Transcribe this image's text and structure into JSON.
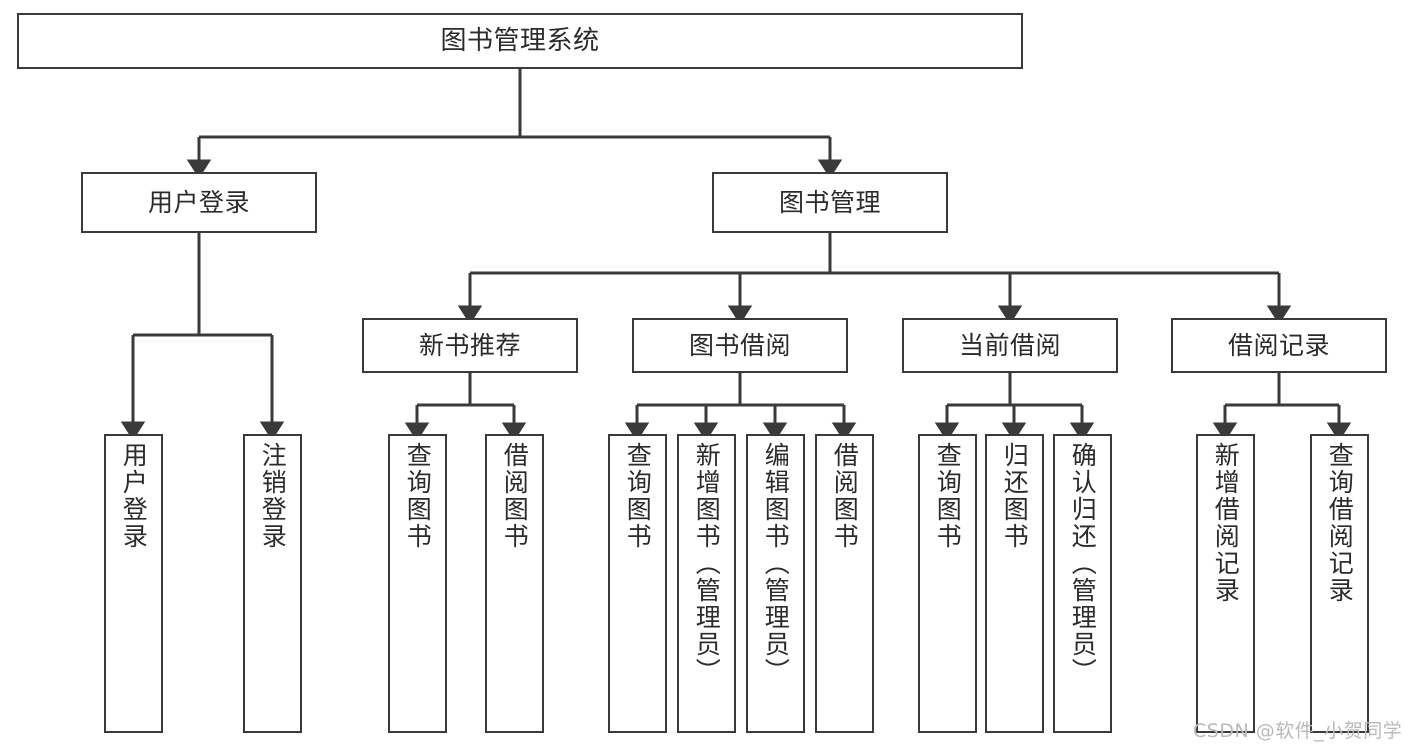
{
  "diagram": {
    "title": "图书管理系统",
    "type": "tree-hierarchy-chart",
    "orientation": "top-down",
    "colors": {
      "node_border": "#3a3a3a",
      "node_fill": "#ffffff",
      "edge": "#3a3a3a",
      "text": "#2b2b2b",
      "background": "#ffffff",
      "watermark": "#b9b9b9"
    }
  },
  "nodes": {
    "root": {
      "label": "图书管理系统"
    },
    "level2": [
      {
        "id": "user-login",
        "label": "用户登录"
      },
      {
        "id": "book-manage",
        "label": "图书管理"
      }
    ],
    "level3": [
      {
        "id": "new-book-recommend",
        "label": "新书推荐"
      },
      {
        "id": "book-borrow",
        "label": "图书借阅"
      },
      {
        "id": "current-borrow",
        "label": "当前借阅"
      },
      {
        "id": "borrow-record",
        "label": "借阅记录"
      }
    ],
    "leaves": {
      "user-login": [
        {
          "id": "leaf-user-login",
          "label": "用户登录"
        },
        {
          "id": "leaf-logout",
          "label": "注销登录"
        }
      ],
      "new-book-recommend": [
        {
          "id": "leaf-query-book-1",
          "label": "查询图书"
        },
        {
          "id": "leaf-borrow-book-1",
          "label": "借阅图书"
        }
      ],
      "book-borrow": [
        {
          "id": "leaf-query-book-2",
          "label": "查询图书"
        },
        {
          "id": "leaf-add-book",
          "label": "新增图书（管理员）"
        },
        {
          "id": "leaf-edit-book",
          "label": "编辑图书（管理员）"
        },
        {
          "id": "leaf-borrow-book-2",
          "label": "借阅图书"
        }
      ],
      "current-borrow": [
        {
          "id": "leaf-query-book-3",
          "label": "查询图书"
        },
        {
          "id": "leaf-return-book",
          "label": "归还图书"
        },
        {
          "id": "leaf-confirm-return",
          "label": "确认归还（管理员）"
        }
      ],
      "borrow-record": [
        {
          "id": "leaf-add-record",
          "label": "新增借阅记录"
        },
        {
          "id": "leaf-query-record",
          "label": "查询借阅记录"
        }
      ]
    }
  },
  "watermark": {
    "text": "CSDN @软件_小贺同学"
  }
}
